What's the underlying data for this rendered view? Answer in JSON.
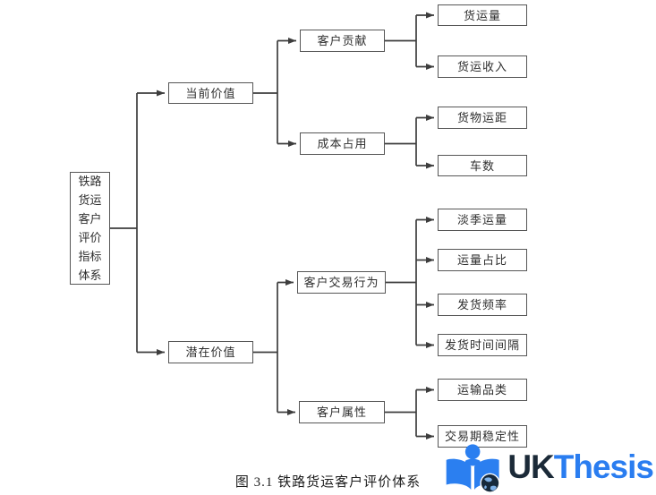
{
  "diagram": {
    "root": {
      "label": "铁路\n货运\n客户\n评价\n指标\n体系"
    },
    "level2": [
      {
        "label": "当前价值"
      },
      {
        "label": "潜在价值"
      }
    ],
    "level3": [
      {
        "label": "客户贡献"
      },
      {
        "label": "成本占用"
      },
      {
        "label": "客户交易行为"
      },
      {
        "label": "客户属性"
      }
    ],
    "leaves": [
      {
        "label": "货运量"
      },
      {
        "label": "货运收入"
      },
      {
        "label": "货物运距"
      },
      {
        "label": "车数"
      },
      {
        "label": "淡季运量"
      },
      {
        "label": "运量占比"
      },
      {
        "label": "发货频率"
      },
      {
        "label": "发货时间间隔"
      },
      {
        "label": "运输品类"
      },
      {
        "label": "交易期稳定性"
      }
    ]
  },
  "caption": "图 3.1 铁路货运客户评价体系",
  "logo": {
    "uk": "UK",
    "thesis": "Thesis"
  },
  "colors": {
    "line": "#3d3d3d",
    "box_border": "#565656",
    "logo_blue": "#2b7ff0",
    "logo_navy": "#1b2a38"
  }
}
